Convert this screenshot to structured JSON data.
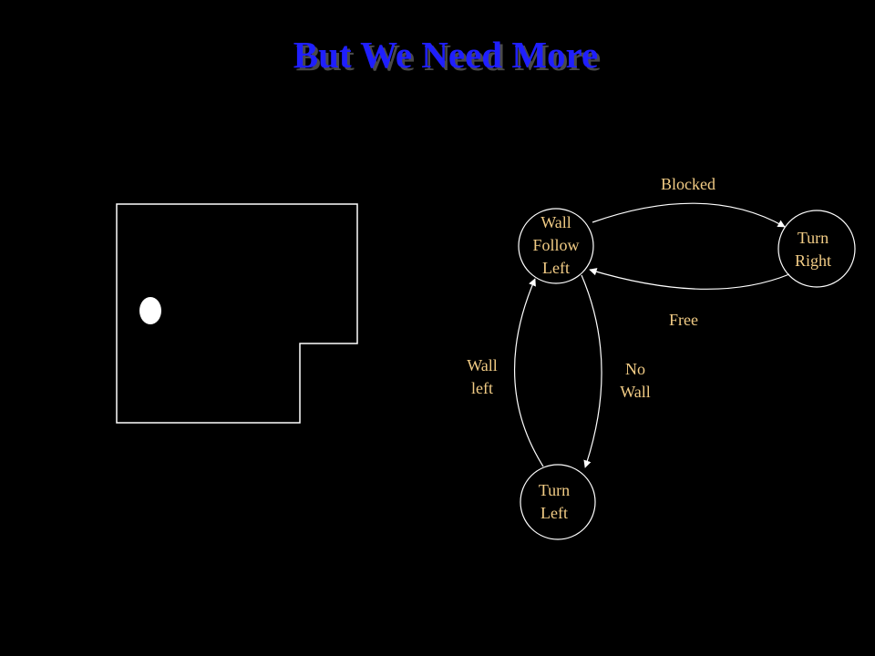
{
  "slide": {
    "title": "But We Need More"
  },
  "diagram": {
    "states": {
      "wall_follow_left": "Wall\nFollow\nLeft",
      "turn_right": "Turn\nRight",
      "turn_left": "Turn\nLeft"
    },
    "transitions": {
      "blocked": "Blocked",
      "free": "Free",
      "wall_left": "Wall\nleft",
      "no_wall": "No\nWall"
    }
  },
  "colors": {
    "background": "#000000",
    "title": "#1f1fff",
    "label_text": "#f2cc85",
    "lines": "#ffffff"
  }
}
